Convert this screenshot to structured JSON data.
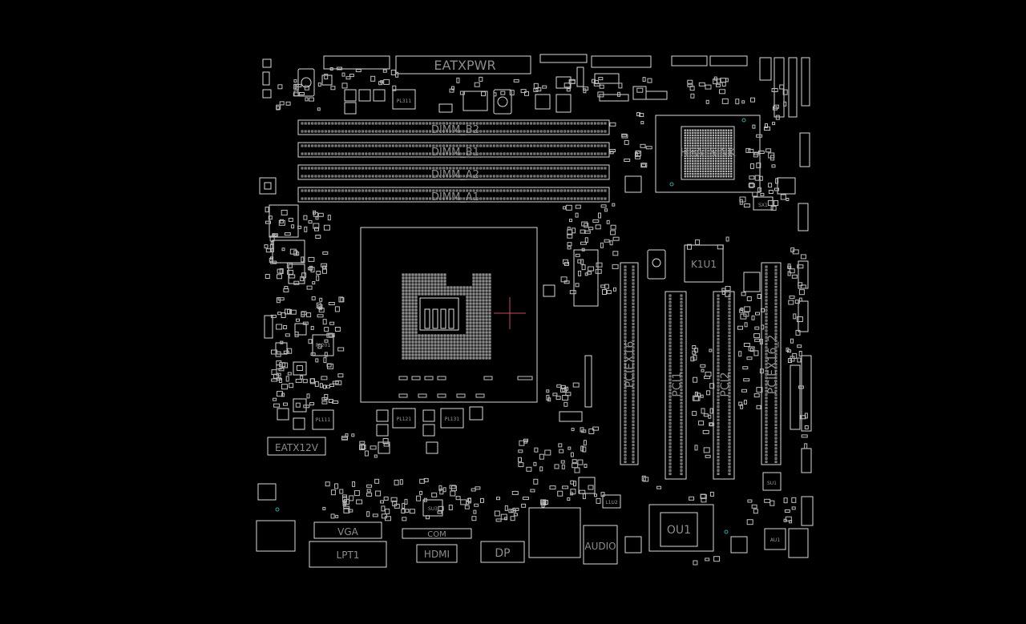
{
  "board": {
    "background": "#000000",
    "outline_color": "#d8d8d8",
    "cursor_color": "#c0505a",
    "accent_color": "#2aa7a7"
  },
  "connectors": {
    "atx_power": "EATXPWR",
    "heatsink": "HEATSINK",
    "sx1": "SX1",
    "k1u1": "K1U1",
    "ou1": "OU1",
    "au1": "AU1",
    "su1": "SU1",
    "l1u2": "L1U2",
    "atx12v": "EATX12V",
    "vga": "VGA",
    "hdmi": "HDMI",
    "dp": "DP",
    "com": "COM",
    "lpt": "LPT1",
    "audio": "AUDIO"
  },
  "dimms": [
    "DIMM_B2",
    "DIMM_B1",
    "DIMM_A2",
    "DIMM_A1"
  ],
  "pci_slots": [
    "PCIEX16",
    "PCI1",
    "PCI2",
    "PCIEX16_2"
  ],
  "small_parts": {
    "pl311": "PL311",
    "pl201": "PL201",
    "pl111": "PL111",
    "pl121": "PL121",
    "pl131": "PL131",
    "su3": "SU3"
  }
}
